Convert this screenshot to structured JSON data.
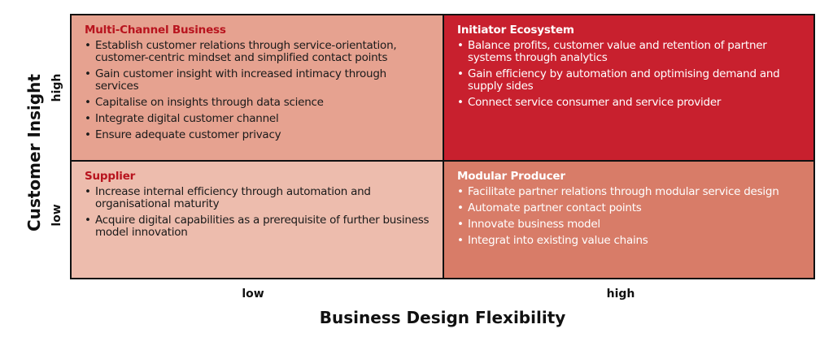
{
  "axes": {
    "y_title": "Customer Insight",
    "y_high": "high",
    "y_low": "low",
    "x_title": "Business Design Flexibility",
    "x_low": "low",
    "x_high": "high"
  },
  "quadrants": {
    "top_left": {
      "title": "Multi-Channel Business",
      "items": [
        "Establish customer relations through service-orientation, customer-centric mindset and simplified contact points",
        "Gain customer insight with increased intimacy through services",
        "Capitalise on insights through data science",
        "Integrate digital customer channel",
        "Ensure adequate customer privacy"
      ]
    },
    "top_right": {
      "title": "Initiator Ecosystem",
      "items": [
        "Balance profits, customer value and retention of partner systems through analytics",
        "Gain efficiency by automation and optimising demand and supply sides",
        "Connect service consumer and service provider"
      ]
    },
    "bottom_left": {
      "title": "Supplier",
      "items": [
        "Increase internal efficiency through automation and organisational maturity",
        "Acquire digital capabilities as a prerequisite of further business model innovation"
      ]
    },
    "bottom_right": {
      "title": "Modular Producer",
      "items": [
        "Facilitate partner relations through modular service design",
        "Automate partner contact points",
        "Innovate business model",
        "Integrat into existing value chains"
      ]
    }
  },
  "colors": {
    "top_left": "#e6a290",
    "top_right": "#c8202e",
    "bottom_left": "#edbcad",
    "bottom_right": "#d87c68",
    "accent_title": "#b8141e"
  }
}
